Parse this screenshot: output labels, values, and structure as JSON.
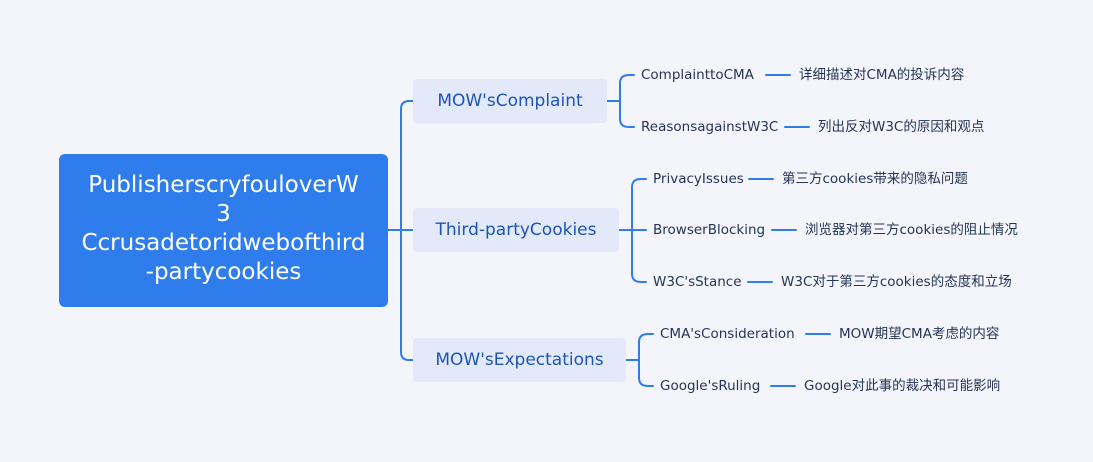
{
  "root": {
    "lines": [
      "PublisherscryfouloverW",
      "3",
      "Ccrusadetoridwebofthird",
      "-partycookies"
    ]
  },
  "branches": [
    {
      "label": "MOW'sComplaint",
      "leaves": [
        {
          "label": "ComplainttoCMA",
          "note": "详细描述对CMA的投诉内容"
        },
        {
          "label": "ReasonsagainstW3C",
          "note": "列出反对W3C的原因和观点"
        }
      ]
    },
    {
      "label": "Third-partyCookies",
      "leaves": [
        {
          "label": "PrivacyIssues",
          "note": "第三方cookies带来的隐私问题"
        },
        {
          "label": "BrowserBlocking",
          "note": "浏览器对第三方cookies的阻止情况"
        },
        {
          "label": "W3C'sStance",
          "note": "W3C对于第三方cookies的态度和立场"
        }
      ]
    },
    {
      "label": "MOW'sExpectations",
      "leaves": [
        {
          "label": "CMA'sConsideration",
          "note": "MOW期望CMA考虑的内容"
        },
        {
          "label": "Google'sRuling",
          "note": "Google对此事的裁决和可能影响"
        }
      ]
    }
  ],
  "colors": {
    "background": "#f4f5fb",
    "root_fill": "#2f7ded",
    "branch_fill": "#e3e9f9",
    "branch_text": "#1c55b8",
    "connector": "#2f7ded"
  }
}
